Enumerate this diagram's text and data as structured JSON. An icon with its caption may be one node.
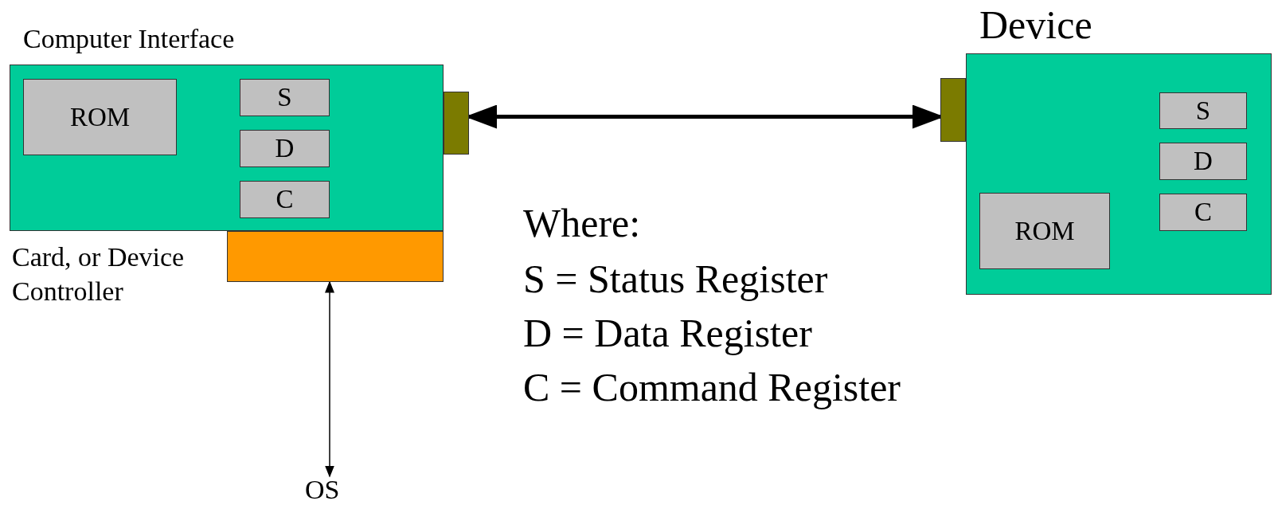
{
  "diagram": {
    "nodes": [
      {
        "text": [
          "Computer Interface",
          "Card, or Device Controller"
        ]
      },
      {
        "text": [
          "ROM"
        ],
        "in": 0
      },
      {
        "text": [
          "S"
        ],
        "in": 0
      },
      {
        "text": [
          "D"
        ],
        "in": 0
      },
      {
        "text": [
          "C"
        ],
        "in": 0
      },
      {
        "text": [],
        "shape": "box"
      },
      {
        "text": [],
        "shape": "box"
      },
      {
        "text": [
          "Device"
        ]
      },
      {
        "text": [
          "S"
        ],
        "in": 7
      },
      {
        "text": [
          "D"
        ],
        "in": 7
      },
      {
        "text": [
          "C"
        ],
        "in": 7
      },
      {
        "text": [
          "ROM"
        ],
        "in": 7
      },
      {
        "text": [],
        "shape": "box"
      },
      {
        "text": [
          "OS"
        ]
      }
    ],
    "edges": [
      {
        "from": 5,
        "to": 12,
        "arrow": "both",
        "style": "thick"
      },
      {
        "from": 6,
        "to": 13,
        "arrow": "both"
      }
    ],
    "labels": [
      "Where:",
      "S = Status Register",
      "D = Data Register",
      "C = Command Register"
    ]
  }
}
